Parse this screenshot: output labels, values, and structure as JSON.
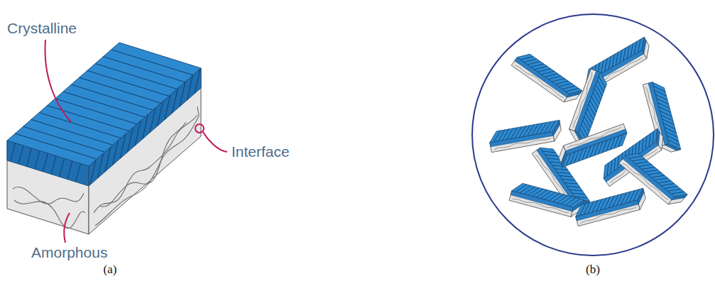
{
  "diagram": {
    "labels": [
      "Crystalline",
      "Interface",
      "Amorphous",
      "(a)",
      "(b)"
    ]
  }
}
